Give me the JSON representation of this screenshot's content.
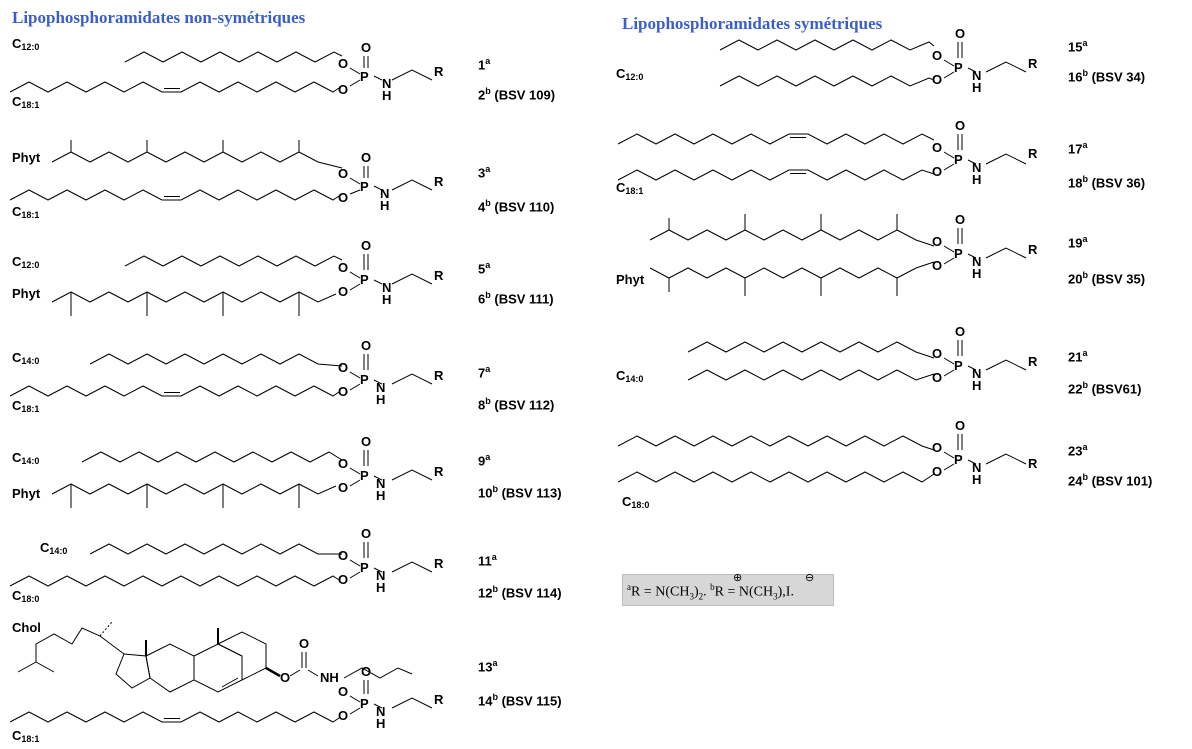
{
  "titles": {
    "nonsym": "Lipophosphoramidates non-symétriques",
    "sym": "Lipophosphoramidates symétriques"
  },
  "atoms": {
    "O": "O",
    "P": "P",
    "N": "N",
    "H": "H",
    "R": "R",
    "NH": "NH"
  },
  "chain_labels": {
    "c12": {
      "main": "C",
      "sub": "12:0"
    },
    "c14": {
      "main": "C",
      "sub": "14:0"
    },
    "c18_1": {
      "main": "C",
      "sub": "18:1"
    },
    "c18_0": {
      "main": "C",
      "sub": "18:0"
    },
    "phyt": {
      "main": "Phyt"
    },
    "chol": {
      "main": "Chol"
    }
  },
  "compounds": [
    {
      "a": "1",
      "b": "2",
      "bsv": "(BSV 109)"
    },
    {
      "a": "3",
      "b": "4",
      "bsv": "(BSV 110)"
    },
    {
      "a": "5",
      "b": "6",
      "bsv": "(BSV 111)"
    },
    {
      "a": "7",
      "b": "8",
      "bsv": "(BSV 112)"
    },
    {
      "a": "9",
      "b": "10",
      "bsv": "(BSV 113)"
    },
    {
      "a": "11",
      "b": "12",
      "bsv": "(BSV 114)"
    },
    {
      "a": "13",
      "b": "14",
      "bsv": "(BSV 115)"
    },
    {
      "a": "15",
      "b": "16",
      "bsv": "(BSV 34)"
    },
    {
      "a": "17",
      "b": "18",
      "bsv": "(BSV 36)"
    },
    {
      "a": "19",
      "b": "20",
      "bsv": "(BSV 35)"
    },
    {
      "a": "21",
      "b": "22",
      "bsv": "(BSV61)"
    },
    {
      "a": "23",
      "b": "24",
      "bsv": "(BSV 101)"
    }
  ],
  "superscripts": {
    "a": "a",
    "b": "b"
  },
  "legend": {
    "sup_a": "a",
    "text_a": "R = N(CH",
    "sub3": "3",
    "sub2": "2",
    "mid": "). ",
    "sup_b": "b",
    "text_b": "R = N(CH",
    "end_b": "),I",
    "end_dot": ".",
    "plus": "⊕",
    "minus": "⊖"
  }
}
